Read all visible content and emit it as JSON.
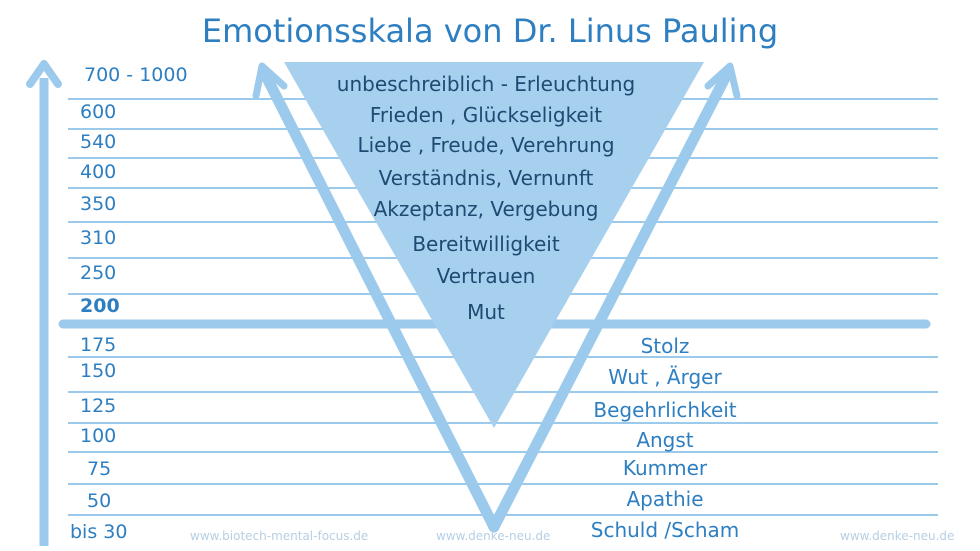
{
  "title": "Emotionsskala von Dr. Linus Pauling",
  "levels": [
    "700 - 1000",
    "600",
    "540",
    "400",
    "350",
    "310",
    "250",
    "200",
    "175",
    "150",
    "125",
    "100",
    "75",
    "50",
    "bis 30"
  ],
  "upper_emotions": [
    "unbeschreiblich - Erleuchtung",
    "Frieden , Glückseligkeit",
    "Liebe , Freude, Verehrung",
    "Verständnis, Vernunft",
    "Akzeptanz, Vergebung",
    "Bereitwilligkeit",
    "Vertrauen",
    "Mut"
  ],
  "lower_emotions": [
    "Stolz",
    "Wut , Ärger",
    "Begehrlichkeit",
    "Angst",
    "Kummer",
    "Apathie",
    "Schuld /Scham"
  ],
  "watermarks": [
    "www.biotech-mental-focus.de",
    "www.denke-neu.de",
    "www.denke-neu.de"
  ],
  "colors": {
    "line": "#9ccaec",
    "triangle": "#a7cfee",
    "arrow": "#9ccaec",
    "title": "#2e7fc1",
    "text_dark": "#1f4a72"
  }
}
